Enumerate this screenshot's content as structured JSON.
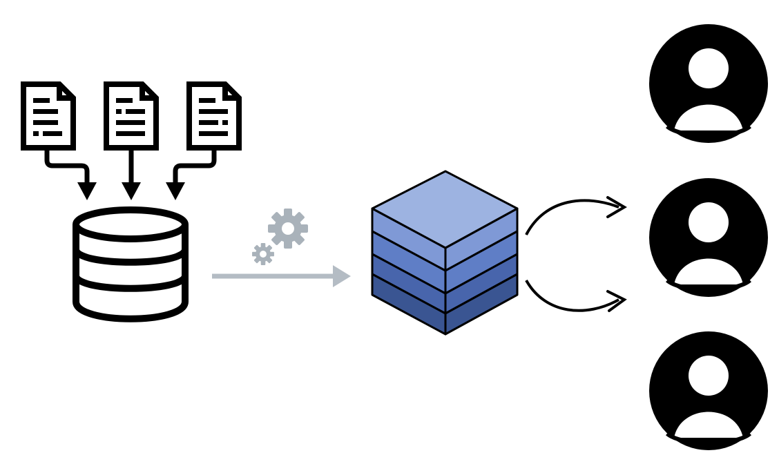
{
  "diagram": {
    "nodes": [
      {
        "id": "doc-1",
        "icon": "document-icon"
      },
      {
        "id": "doc-2",
        "icon": "document-icon"
      },
      {
        "id": "doc-3",
        "icon": "document-icon"
      },
      {
        "id": "database",
        "icon": "database-icon"
      },
      {
        "id": "process",
        "icon": "gears-icon"
      },
      {
        "id": "model-cube",
        "icon": "layered-cube-icon"
      },
      {
        "id": "user-1",
        "icon": "user-avatar-icon"
      },
      {
        "id": "user-2",
        "icon": "user-avatar-icon"
      },
      {
        "id": "user-3",
        "icon": "user-avatar-icon"
      }
    ],
    "edges": [
      {
        "from": "doc-1",
        "to": "database"
      },
      {
        "from": "doc-2",
        "to": "database"
      },
      {
        "from": "doc-3",
        "to": "database"
      },
      {
        "from": "database",
        "to": "model-cube"
      },
      {
        "from": "model-cube",
        "to": "user-1"
      },
      {
        "from": "model-cube",
        "to": "user-2"
      }
    ],
    "colors": {
      "stroke": "#000000",
      "process_arrow": "#b4bcc4",
      "gears": "#a9b2ba",
      "cube_top": "#9db3e1",
      "cube_layers": [
        "#7f99d6",
        "#5f7ec6",
        "#4865ac",
        "#3a5592"
      ]
    }
  }
}
